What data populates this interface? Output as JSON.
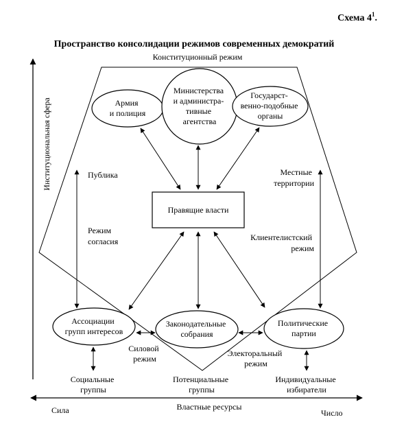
{
  "scheme_label": "Схема 4",
  "scheme_superscript": "1",
  "scheme_suffix": ".",
  "title": "Пространство консолидации режимов современных демократий",
  "constitutional_regime": "Конституционный режим",
  "vertical_axis_label": "Институциональная сфера",
  "horizontal_axis": {
    "left": "Сила",
    "center": "Властные ресурсы",
    "right": "Число"
  },
  "top_nodes": {
    "army": [
      "Армия",
      "и полиция"
    ],
    "ministries": [
      "Министерства",
      "и администра-",
      "тивные",
      "агентства"
    ],
    "state_like": [
      "Государст-",
      "венно-подобные",
      "органы"
    ]
  },
  "center_node": "Правящие власти",
  "left_labels": {
    "public": "Публика",
    "consent_regime": [
      "Режим",
      "согласия"
    ]
  },
  "right_labels": {
    "local_territories": [
      "Местные",
      "территории"
    ],
    "clientelist_regime": [
      "Клиентелистский",
      "режим"
    ]
  },
  "bottom_nodes": {
    "interest_groups": [
      "Ассоциации",
      "групп интересов"
    ],
    "legislatures": [
      "Законодательные",
      "собрания"
    ],
    "parties": [
      "Политические",
      "партии"
    ]
  },
  "mid_labels": {
    "force_regime": [
      "Силовой",
      "режим"
    ],
    "electoral_regime": [
      "Электоральный",
      "режим"
    ]
  },
  "base_labels": {
    "social_groups": [
      "Социальные",
      "группы"
    ],
    "potential_groups": [
      "Потенциальные",
      "группы"
    ],
    "individual_voters": [
      "Индивидуальные",
      "избиратели"
    ]
  }
}
